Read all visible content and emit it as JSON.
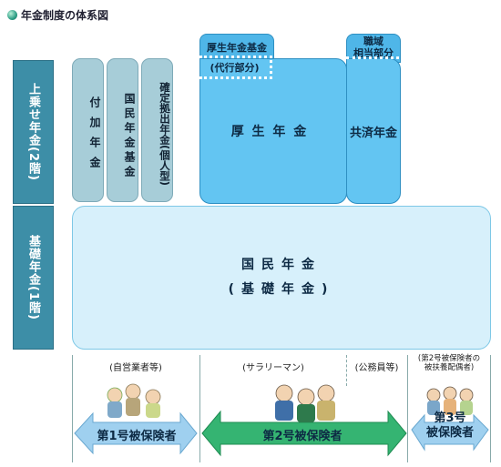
{
  "title": "年金制度の体系図",
  "side_labels": {
    "upper": "上乗せ年金(2階)",
    "lower": "基礎年金(1階)"
  },
  "pillars": {
    "fuka": "付加年金",
    "kokumin_kikin": "国民年金基金",
    "kakutei": "確定拠出年金(個人型)"
  },
  "kosei": {
    "kikin_label": "厚生年金基金",
    "dairi_label": "(代行部分)",
    "main_label": "厚 生 年 金"
  },
  "kyosai": {
    "shokuiki_label": "職域\n相当部分",
    "main_label": "共済年金"
  },
  "kokumin": {
    "line1": "国民年金",
    "line2": "(基礎年金)"
  },
  "categories": {
    "jieigyo": "(自営業者等)",
    "salaryman": "(サラリーマン)",
    "komuin": "(公務員等)",
    "hihuyo": "(第2号被保険者の\n被扶養配偶者)"
  },
  "insured": {
    "no1": "第1号被保険者",
    "no2": "第2号被保険者",
    "no3_line1": "第3号",
    "no3_line2": "被保険者"
  },
  "colors": {
    "side": "#3d8ea7",
    "pillar": "#a7cdd8",
    "kosei": "#63c5f2",
    "kokumin": "#d7f0fb",
    "arrow1": "#9fd0ef",
    "arrow2": "#35b472",
    "arrow3": "#9fd0ef"
  }
}
